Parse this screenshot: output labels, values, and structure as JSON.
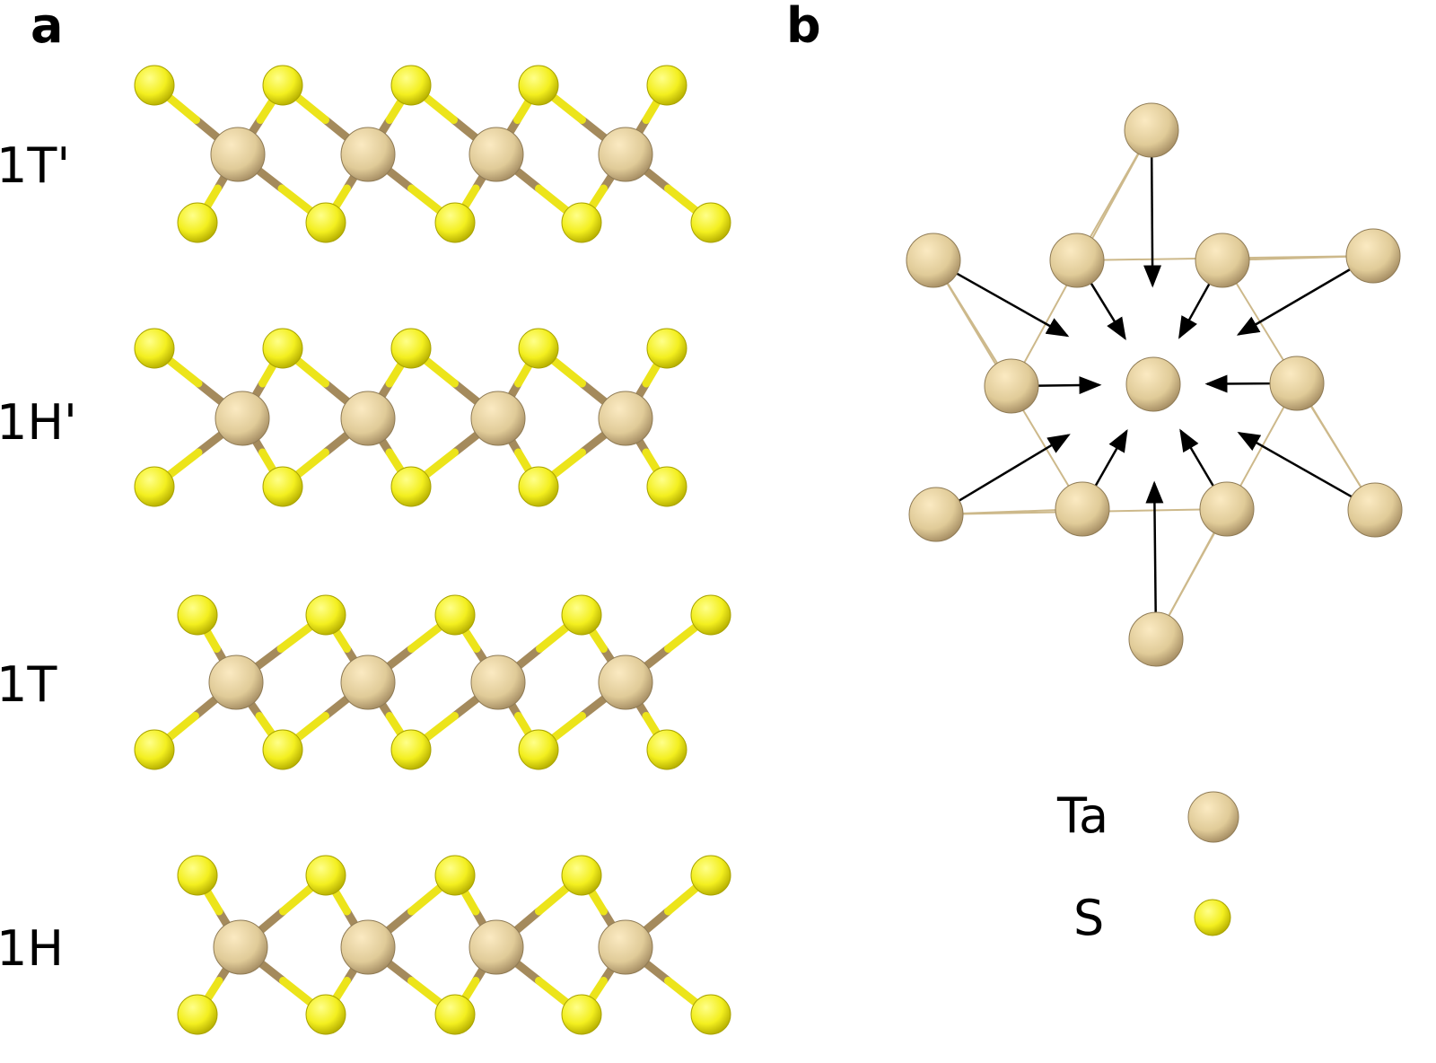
{
  "panels": {
    "a": "a",
    "b": "b"
  },
  "rows": [
    {
      "label": "1T'"
    },
    {
      "label": "1H'"
    },
    {
      "label": "1T"
    },
    {
      "label": "1H"
    }
  ],
  "legend": {
    "ta": {
      "label": "Ta",
      "color": "#e3cf9f"
    },
    "s": {
      "label": "S",
      "color": "#f2ee1e"
    }
  },
  "colors": {
    "bond_ta": "#a48a5c",
    "arrow": "#000000",
    "outline": "#cdb98b"
  }
}
